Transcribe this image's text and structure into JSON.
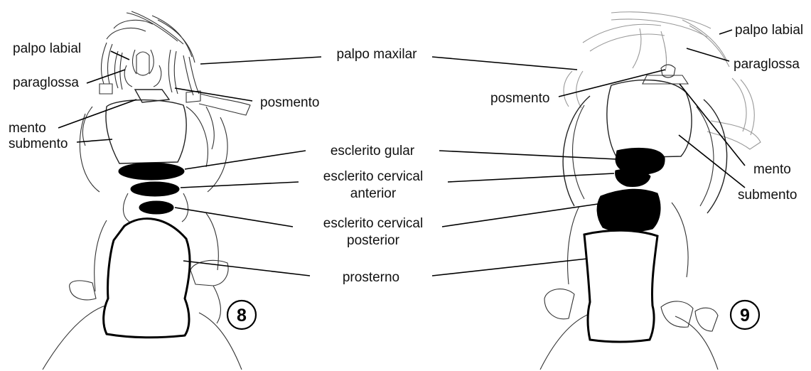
{
  "figure_8": {
    "number": "8",
    "labels": {
      "palpo_labial": "palpo labial",
      "paraglossa": "paraglossa",
      "mento": "mento",
      "submento": "submento"
    }
  },
  "center_labels": {
    "palpo_maxilar": "palpo maxilar",
    "posmento": "posmento",
    "esclerito_gular": "esclerito gular",
    "esclerito_cervical_anterior_line1": "esclerito cervical",
    "esclerito_cervical_anterior_line2": "anterior",
    "esclerito_cervical_posterior_line1": "esclerito cervical",
    "esclerito_cervical_posterior_line2": "posterior",
    "prosterno": "prosterno"
  },
  "figure_9": {
    "number": "9",
    "labels": {
      "palpo_labial": "palpo labial",
      "paraglossa": "paraglossa",
      "posmento": "posmento",
      "mento": "mento",
      "submento": "submento"
    }
  }
}
